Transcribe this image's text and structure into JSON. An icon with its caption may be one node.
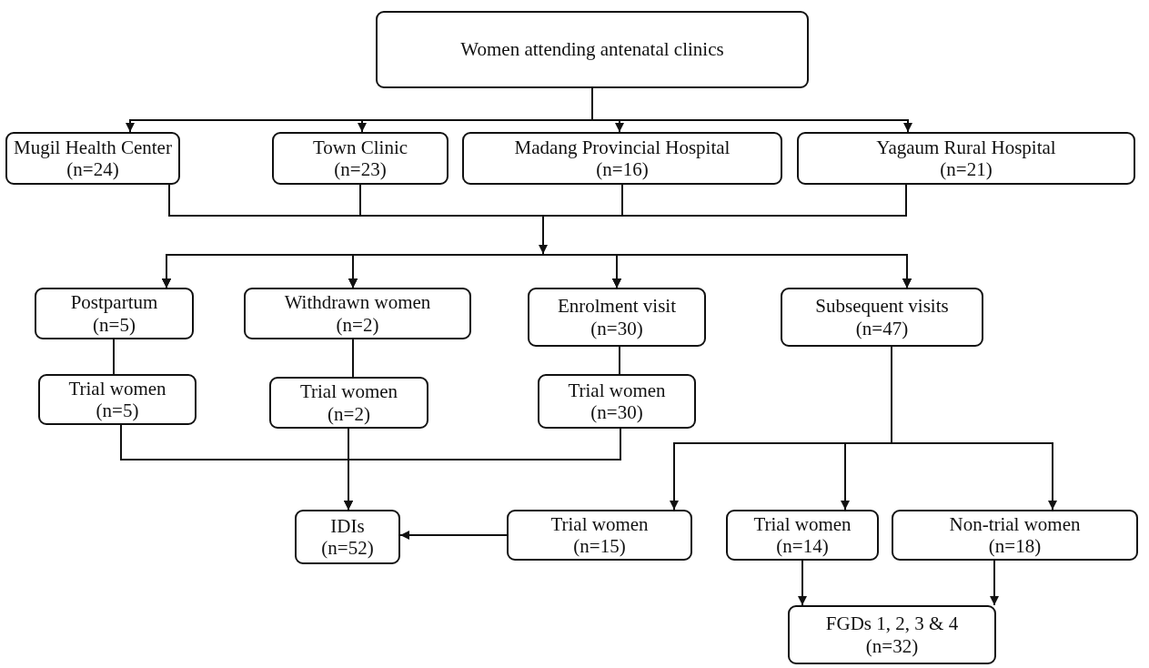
{
  "diagram": {
    "nodes": [
      {
        "text": [
          "Women attending antenatal clinics"
        ]
      },
      {
        "text": [
          "Mugil Health Center",
          "(n=24)"
        ]
      },
      {
        "text": [
          "Town Clinic",
          "(n=23)"
        ]
      },
      {
        "text": [
          "Madang Provincial Hospital",
          "(n=16)"
        ]
      },
      {
        "text": [
          "Yagaum Rural Hospital",
          "(n=21)"
        ]
      },
      {
        "text": [
          "Postpartum",
          "(n=5)"
        ]
      },
      {
        "text": [
          "Withdrawn women",
          "(n=2)"
        ]
      },
      {
        "text": [
          "Enrolment visit",
          "(n=30)"
        ]
      },
      {
        "text": [
          "Subsequent visits",
          "(n=47)"
        ]
      },
      {
        "text": [
          "Trial women",
          "(n=5)"
        ]
      },
      {
        "text": [
          "Trial women",
          "(n=2)"
        ]
      },
      {
        "text": [
          "Trial women",
          "(n=30)"
        ]
      },
      {
        "text": [
          "IDIs",
          "(n=52)"
        ]
      },
      {
        "text": [
          "Trial women",
          "(n=15)"
        ]
      },
      {
        "text": [
          "Trial women",
          "(n=14)"
        ]
      },
      {
        "text": [
          "Non-trial women",
          "(n=18)"
        ]
      },
      {
        "text": [
          "FGDs 1, 2, 3 & 4",
          "(n=32)"
        ]
      }
    ],
    "edges": [
      {
        "from": 0,
        "to": 1,
        "arrow": "to"
      },
      {
        "from": 0,
        "to": 2,
        "arrow": "to"
      },
      {
        "from": 0,
        "to": 3,
        "arrow": "to"
      },
      {
        "from": 0,
        "to": 4,
        "arrow": "to"
      },
      {
        "from": 1,
        "to": 5,
        "arrow": "to"
      },
      {
        "from": 1,
        "to": 6,
        "arrow": "to"
      },
      {
        "from": 1,
        "to": 7,
        "arrow": "to"
      },
      {
        "from": 1,
        "to": 8,
        "arrow": "to"
      },
      {
        "from": 2,
        "to": 5,
        "arrow": "to"
      },
      {
        "from": 2,
        "to": 6,
        "arrow": "to"
      },
      {
        "from": 2,
        "to": 7,
        "arrow": "to"
      },
      {
        "from": 2,
        "to": 8,
        "arrow": "to"
      },
      {
        "from": 3,
        "to": 5,
        "arrow": "to"
      },
      {
        "from": 3,
        "to": 6,
        "arrow": "to"
      },
      {
        "from": 3,
        "to": 7,
        "arrow": "to"
      },
      {
        "from": 3,
        "to": 8,
        "arrow": "to"
      },
      {
        "from": 4,
        "to": 5,
        "arrow": "to"
      },
      {
        "from": 4,
        "to": 6,
        "arrow": "to"
      },
      {
        "from": 4,
        "to": 7,
        "arrow": "to"
      },
      {
        "from": 4,
        "to": 8,
        "arrow": "to"
      },
      {
        "from": 5,
        "to": 9,
        "arrow": "none"
      },
      {
        "from": 6,
        "to": 10,
        "arrow": "none"
      },
      {
        "from": 7,
        "to": 11,
        "arrow": "none"
      },
      {
        "from": 8,
        "to": 13,
        "arrow": "to"
      },
      {
        "from": 8,
        "to": 14,
        "arrow": "to"
      },
      {
        "from": 8,
        "to": 15,
        "arrow": "to"
      },
      {
        "from": 9,
        "to": 12,
        "arrow": "to"
      },
      {
        "from": 10,
        "to": 12,
        "arrow": "to"
      },
      {
        "from": 11,
        "to": 12,
        "arrow": "to"
      },
      {
        "from": 13,
        "to": 12,
        "arrow": "to"
      },
      {
        "from": 14,
        "to": 16,
        "arrow": "to"
      },
      {
        "from": 15,
        "to": 16,
        "arrow": "to"
      }
    ]
  }
}
